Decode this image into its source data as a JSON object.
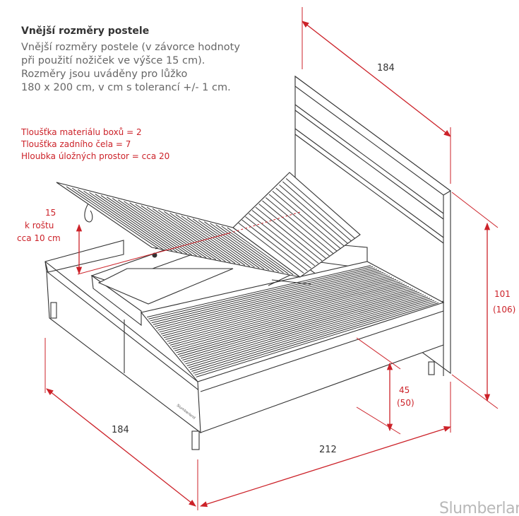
{
  "info": {
    "title": "Vnější rozměry postele",
    "lines": [
      "Vnější rozměry postele (v závorce hodnoty",
      "při použití nožiček ve výšce 15 cm).",
      "Rozměry jsou uváděny pro lůžko",
      "180 x 200 cm, v cm s tolerancí +/- 1 cm."
    ]
  },
  "notes": [
    "Tloušťka materiálu boxů = 2",
    "Tloušťka zadního čela = 7",
    "Hloubka úložných prostor = cca 20"
  ],
  "dimensions": {
    "headboard_width": "184",
    "front_width": "184",
    "length": "212",
    "total_height": "101",
    "total_height_alt": "(106)",
    "bed_height": "45",
    "bed_height_alt": "(50)",
    "grid_height": "15",
    "grid_label_1": "k roštu",
    "grid_label_2": "cca 10 cm"
  },
  "brand": {
    "watermark": "Slumberland",
    "side_logo": "Slumberland"
  },
  "colors": {
    "accent": "#cc2229",
    "line": "#333333",
    "text": "#666666"
  }
}
